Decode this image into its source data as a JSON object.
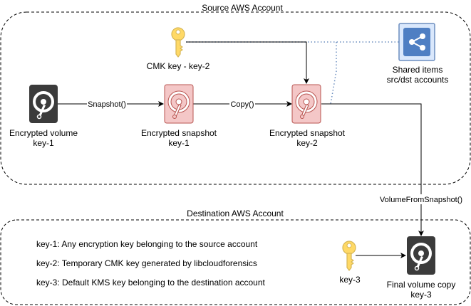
{
  "containers": {
    "source": {
      "title": "Source AWS Account"
    },
    "destination": {
      "title": "Destination AWS Account"
    }
  },
  "nodes": {
    "encrypted_volume": {
      "line1": "Encrypted volume",
      "line2": "key-1",
      "icon": "hard-disk-icon"
    },
    "snapshot_key1": {
      "line1": "Encrypted snapshot",
      "line2": "key-1",
      "icon": "snapshot-disk-icon"
    },
    "snapshot_key2": {
      "line1": "Encrypted snapshot",
      "line2": "key-2",
      "icon": "snapshot-disk-icon"
    },
    "cmk_key": {
      "label": "CMK key - key-2",
      "icon": "key-icon"
    },
    "shared_items": {
      "line1": "Shared items",
      "line2": "src/dst accounts",
      "icon": "share-icon"
    },
    "key3": {
      "label": "key-3",
      "icon": "key-icon"
    },
    "final_volume": {
      "line1": "Final volume copy",
      "line2": "key-3",
      "icon": "hard-disk-icon"
    }
  },
  "edges": {
    "snapshot": "Snapshot()",
    "copy": "Copy()",
    "volume_from_snapshot": "VolumeFromSnapshot()"
  },
  "legend": [
    "key-1: Any encryption key belonging to the source account",
    "key-2: Temporary CMK key generated by libcloudforensics",
    "key-3: Default KMS key belonging to the destination account"
  ],
  "colors": {
    "disk_dark": "#3b3b3b",
    "snapshot_fill": "#f4c7c7",
    "snapshot_stroke": "#b85450",
    "key_fill": "#ffd966",
    "key_stroke": "#d6b656",
    "share_bg": "#dae8fc",
    "share_stroke": "#6c8ebf",
    "dotted_line": "#6c8ebf"
  }
}
